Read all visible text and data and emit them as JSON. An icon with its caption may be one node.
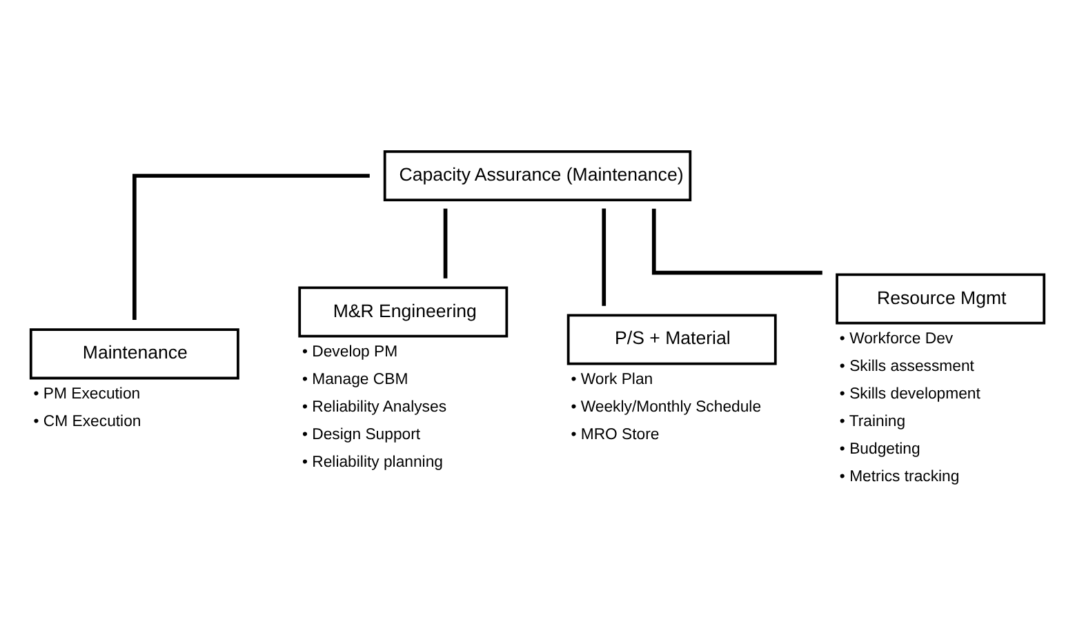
{
  "diagram": {
    "nodes": [
      {
        "text": [
          "Capacity Assurance (Maintenance)"
        ]
      },
      {
        "text": [
          "Maintenance"
        ],
        "beside": [
          "• PM Execution",
          "• CM Execution"
        ]
      },
      {
        "text": [
          "M&R Engineering"
        ],
        "beside": [
          "• Develop PM",
          "• Manage CBM",
          "• Reliability Analyses",
          "• Design Support",
          "• Reliability planning"
        ]
      },
      {
        "text": [
          "P/S + Material"
        ],
        "beside": [
          "• Work Plan",
          "• Weekly/Monthly Schedule",
          "• MRO Store"
        ]
      },
      {
        "text": [
          "Resource Mgmt"
        ],
        "beside": [
          "• Workforce Dev",
          "• Skills assessment",
          "• Skills development",
          "• Training",
          "• Budgeting",
          "• Metrics tracking"
        ]
      }
    ],
    "edges": [
      {
        "from": 0,
        "to": 1,
        "arrow": "none"
      },
      {
        "from": 0,
        "to": 2,
        "arrow": "none"
      },
      {
        "from": 0,
        "to": 3,
        "arrow": "none"
      },
      {
        "from": 0,
        "to": 4,
        "arrow": "none"
      }
    ]
  }
}
